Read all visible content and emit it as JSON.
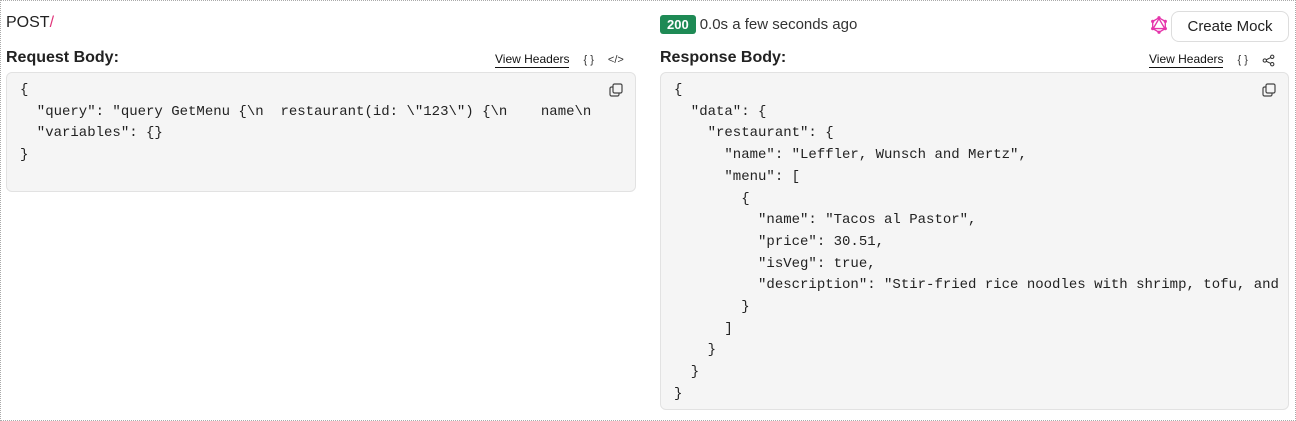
{
  "request": {
    "method": "POST",
    "path": "/",
    "title": "Request Body:",
    "view_headers": "View Headers",
    "format_icon": "{ }",
    "code_icon": "</>",
    "lines": [
      "{",
      "  \"query\": \"query GetMenu {\\n  restaurant(id: \\\"123\\\") {\\n    name\\n",
      "  \"variables\": {}",
      "}"
    ]
  },
  "response": {
    "status_code": "200",
    "status_color": "#1e8a55",
    "meta": "0.0s a few seconds ago",
    "create_mock": "Create Mock",
    "title": "Response Body:",
    "view_headers": "View Headers",
    "format_icon": "{ }",
    "lines": [
      "{",
      "  \"data\": {",
      "    \"restaurant\": {",
      "      \"name\": \"Leffler, Wunsch and Mertz\",",
      "      \"menu\": [",
      "        {",
      "          \"name\": \"Tacos al Pastor\",",
      "          \"price\": 30.51,",
      "          \"isVeg\": true,",
      "          \"description\": \"Stir-fried rice noodles with shrimp, tofu, and",
      "        }",
      "      ]",
      "    }",
      "  }",
      "}"
    ]
  }
}
